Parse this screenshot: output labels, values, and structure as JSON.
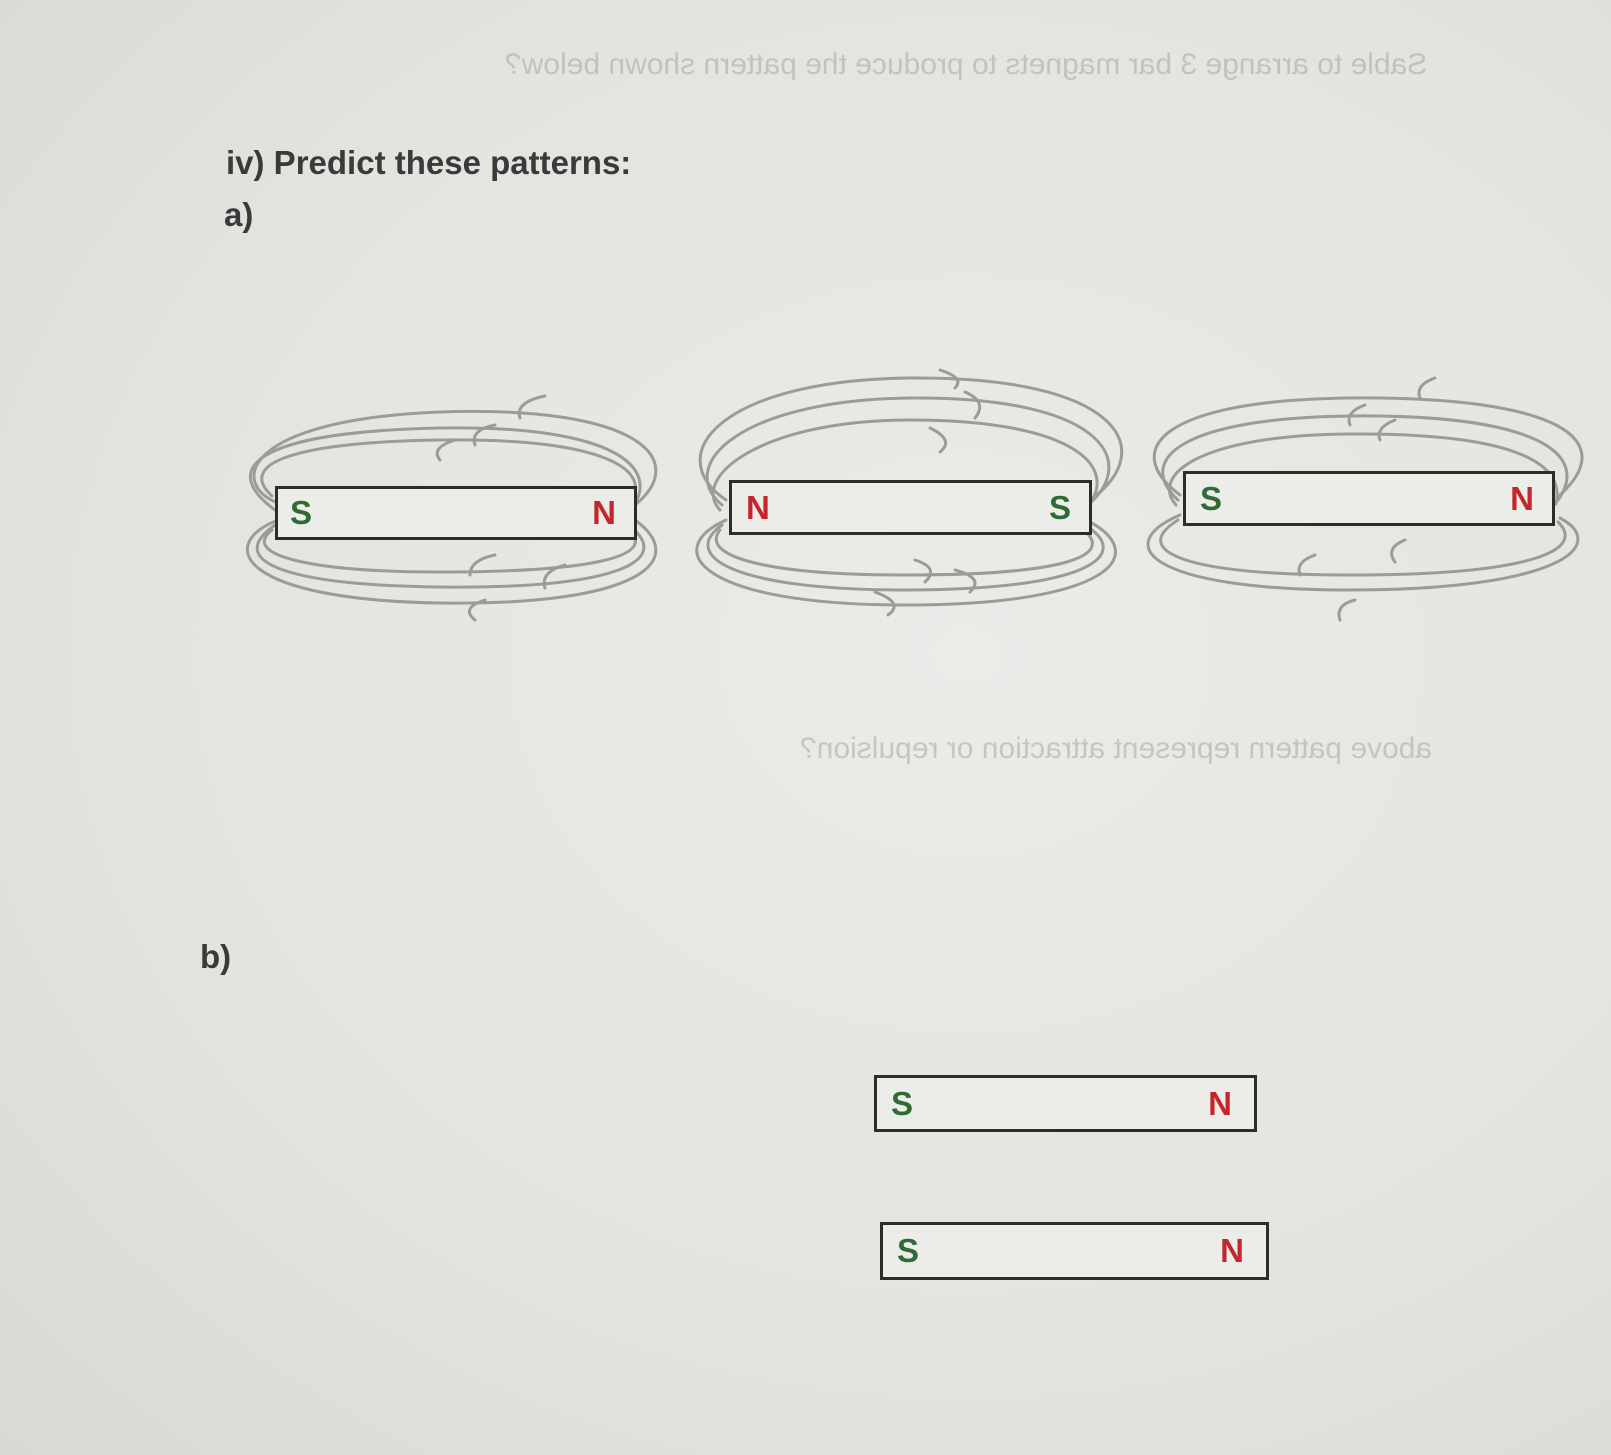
{
  "question": {
    "heading": "iv) Predict these patterns:",
    "part_a_label": "a)",
    "part_b_label": "b)"
  },
  "show_through": {
    "top_line": "Sable to arrange 3 bar magnets to produce the pattern shown below?",
    "middle_line": "above pattern represent attraction or repulsion?"
  },
  "part_a": {
    "magnets": [
      {
        "left_pole": "S",
        "right_pole": "N"
      },
      {
        "left_pole": "N",
        "right_pole": "S"
      },
      {
        "left_pole": "S",
        "right_pole": "N"
      }
    ]
  },
  "part_b": {
    "magnets": [
      {
        "left_pole": "S",
        "right_pole": "N"
      },
      {
        "left_pole": "S",
        "right_pole": "N"
      }
    ]
  },
  "colors": {
    "south_pole": "#2e6b35",
    "north_pole": "#c4262e",
    "pencil": "#9b9b98"
  }
}
